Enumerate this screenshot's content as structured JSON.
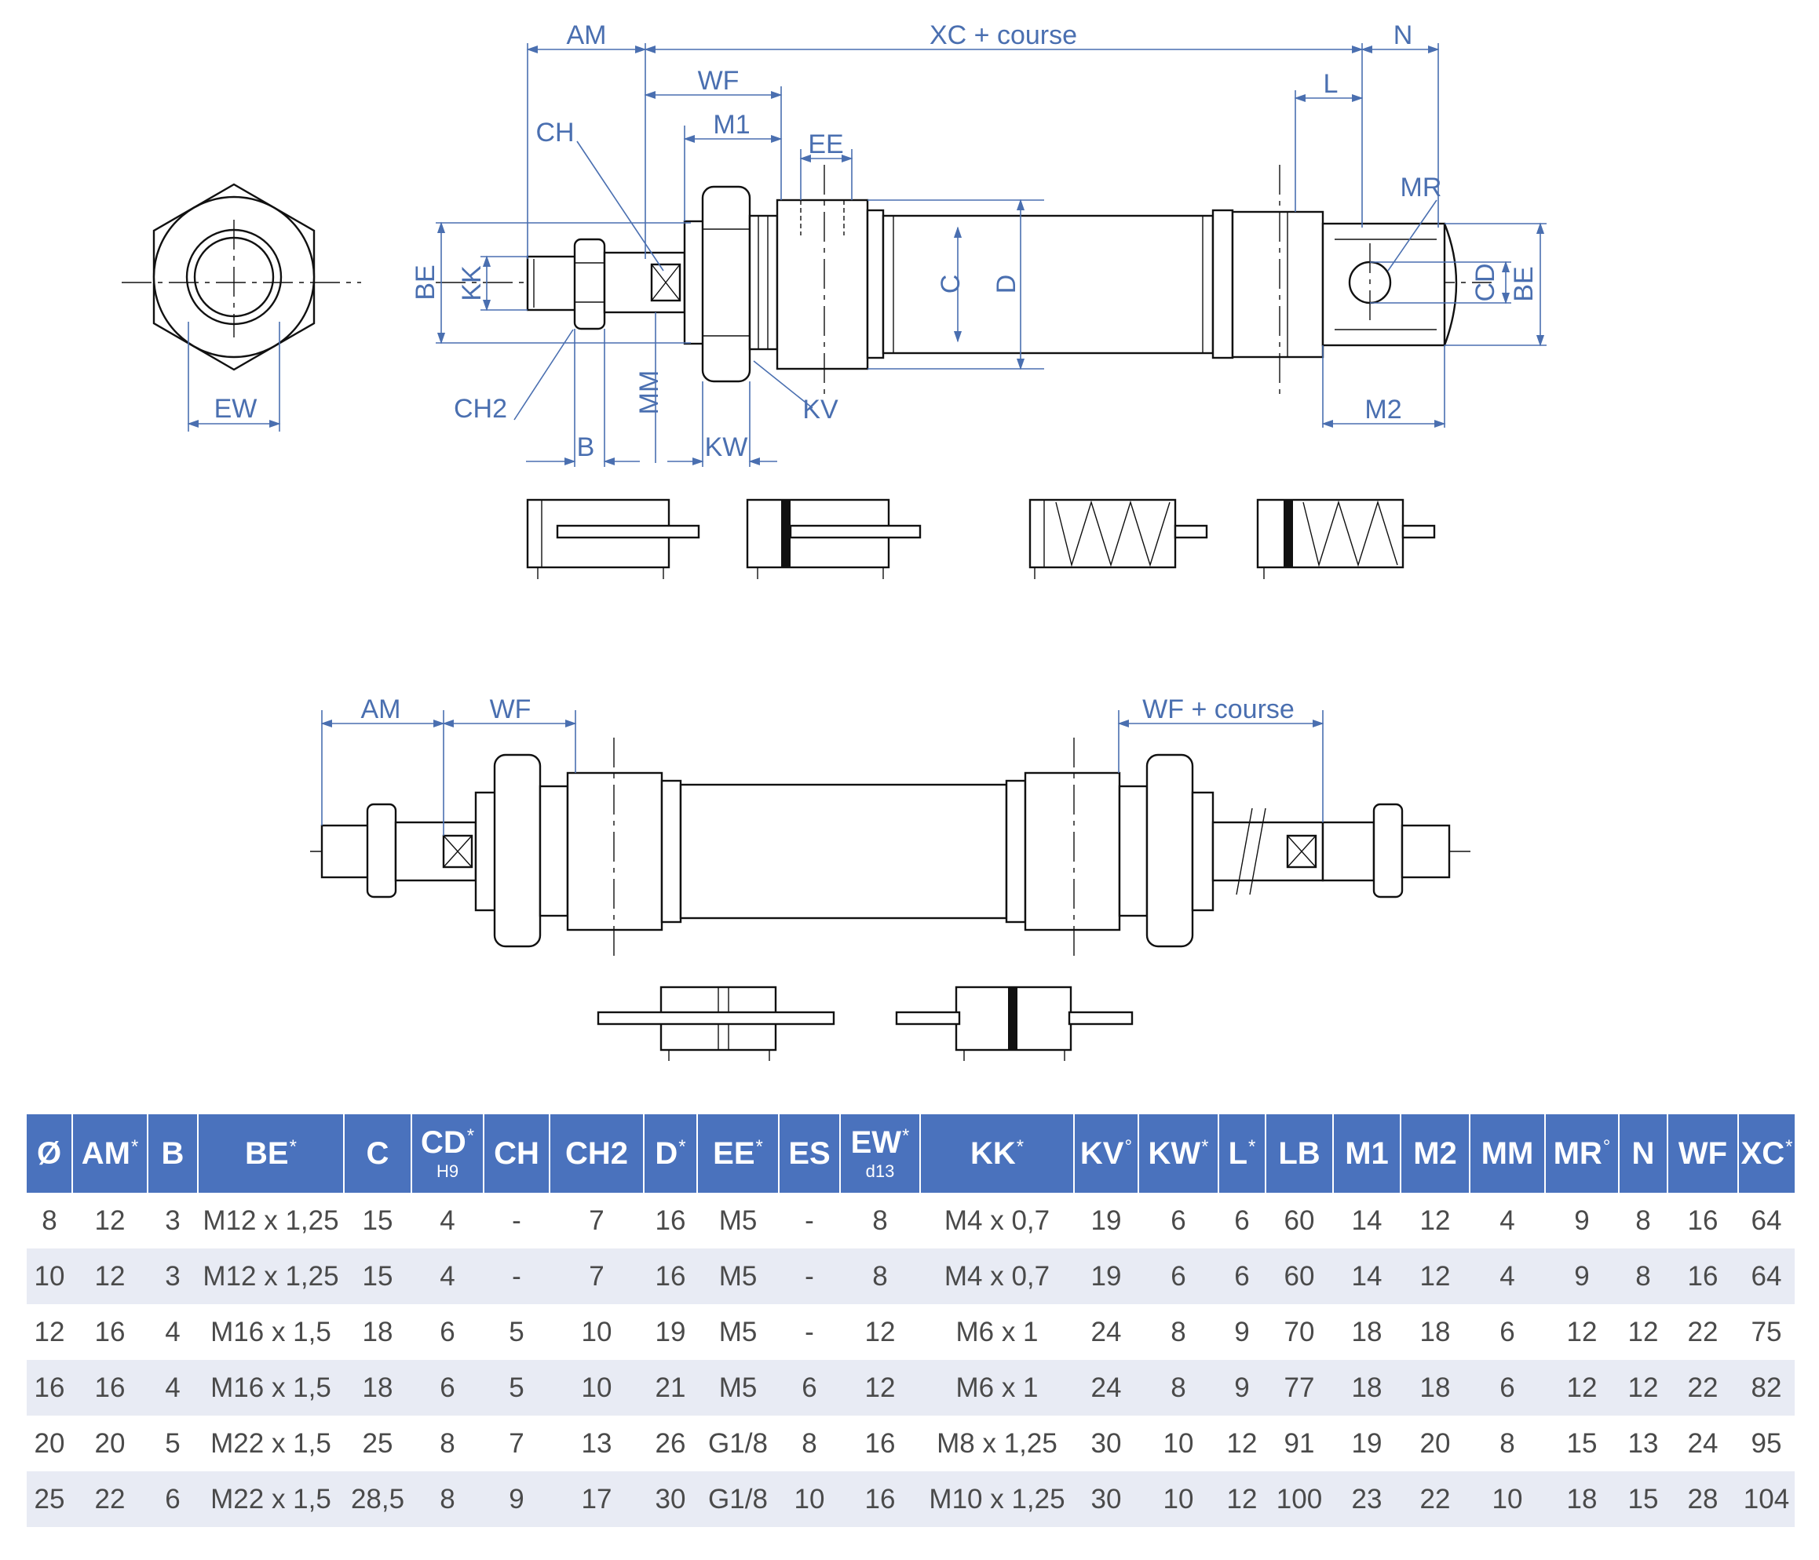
{
  "drawing": {
    "labels": {
      "am": "AM",
      "xc": "XC + course",
      "n": "N",
      "wf": "WF",
      "m1": "M1",
      "ee": "EE",
      "l": "L",
      "ch": "CH",
      "mr": "MR",
      "be_left": "BE",
      "kk": "KK",
      "c": "C",
      "d": "D",
      "cd": "CD",
      "be_right": "BE",
      "ew": "EW",
      "ch2": "CH2",
      "mm": "MM",
      "kv": "KV",
      "m2": "M2",
      "b": "B",
      "kw": "KW",
      "am2": "AM",
      "wf2": "WF",
      "wf_course": "WF + course"
    }
  },
  "table": {
    "headers": [
      {
        "label": "Ø",
        "suffix": "",
        "sub": ""
      },
      {
        "label": "AM",
        "suffix": "*",
        "sub": ""
      },
      {
        "label": "B",
        "suffix": "",
        "sub": ""
      },
      {
        "label": "BE",
        "suffix": "*",
        "sub": ""
      },
      {
        "label": "C",
        "suffix": "",
        "sub": ""
      },
      {
        "label": "CD",
        "suffix": "*",
        "sub": "H9"
      },
      {
        "label": "CH",
        "suffix": "",
        "sub": ""
      },
      {
        "label": "CH2",
        "suffix": "",
        "sub": ""
      },
      {
        "label": "D",
        "suffix": "*",
        "sub": ""
      },
      {
        "label": "EE",
        "suffix": "*",
        "sub": ""
      },
      {
        "label": "ES",
        "suffix": "",
        "sub": ""
      },
      {
        "label": "EW",
        "suffix": "*",
        "sub": "d13"
      },
      {
        "label": "KK",
        "suffix": "*",
        "sub": ""
      },
      {
        "label": "KV",
        "suffix": "°",
        "sub": ""
      },
      {
        "label": "KW",
        "suffix": "*",
        "sub": ""
      },
      {
        "label": "L",
        "suffix": "*",
        "sub": ""
      },
      {
        "label": "LB",
        "suffix": "",
        "sub": ""
      },
      {
        "label": "M1",
        "suffix": "",
        "sub": ""
      },
      {
        "label": "M2",
        "suffix": "",
        "sub": ""
      },
      {
        "label": "MM",
        "suffix": "",
        "sub": ""
      },
      {
        "label": "MR",
        "suffix": "°",
        "sub": ""
      },
      {
        "label": "N",
        "suffix": "",
        "sub": ""
      },
      {
        "label": "WF",
        "suffix": "",
        "sub": ""
      },
      {
        "label": "XC",
        "suffix": "*",
        "sub": ""
      }
    ],
    "rows": [
      [
        "8",
        "12",
        "3",
        "M12 x 1,25",
        "15",
        "4",
        "-",
        "7",
        "16",
        "M5",
        "-",
        "8",
        "M4 x 0,7",
        "19",
        "6",
        "6",
        "60",
        "14",
        "12",
        "4",
        "9",
        "8",
        "16",
        "64"
      ],
      [
        "10",
        "12",
        "3",
        "M12 x 1,25",
        "15",
        "4",
        "-",
        "7",
        "16",
        "M5",
        "-",
        "8",
        "M4 x 0,7",
        "19",
        "6",
        "6",
        "60",
        "14",
        "12",
        "4",
        "9",
        "8",
        "16",
        "64"
      ],
      [
        "12",
        "16",
        "4",
        "M16 x 1,5",
        "18",
        "6",
        "5",
        "10",
        "19",
        "M5",
        "-",
        "12",
        "M6 x 1",
        "24",
        "8",
        "9",
        "70",
        "18",
        "18",
        "6",
        "12",
        "12",
        "22",
        "75"
      ],
      [
        "16",
        "16",
        "4",
        "M16 x 1,5",
        "18",
        "6",
        "5",
        "10",
        "21",
        "M5",
        "6",
        "12",
        "M6 x 1",
        "24",
        "8",
        "9",
        "77",
        "18",
        "18",
        "6",
        "12",
        "12",
        "22",
        "82"
      ],
      [
        "20",
        "20",
        "5",
        "M22 x 1,5",
        "25",
        "8",
        "7",
        "13",
        "26",
        "G1/8",
        "8",
        "16",
        "M8 x 1,25",
        "30",
        "10",
        "12",
        "91",
        "19",
        "20",
        "8",
        "15",
        "13",
        "24",
        "95"
      ],
      [
        "25",
        "22",
        "6",
        "M22 x 1,5",
        "28,5",
        "8",
        "9",
        "17",
        "30",
        "G1/8",
        "10",
        "16",
        "M10 x 1,25",
        "30",
        "10",
        "12",
        "100",
        "23",
        "22",
        "10",
        "18",
        "15",
        "28",
        "104"
      ]
    ]
  }
}
